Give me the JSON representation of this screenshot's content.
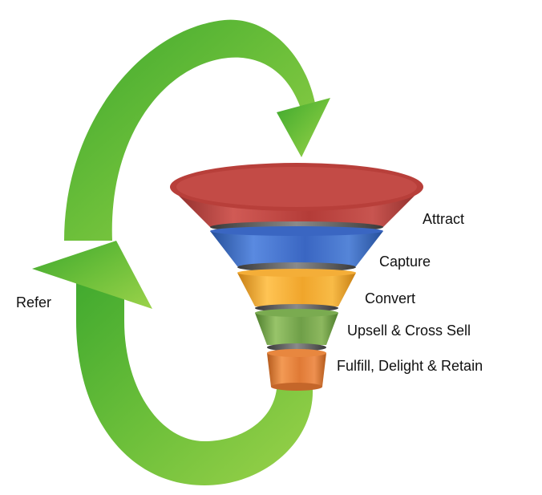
{
  "diagram": {
    "loop_label": "Refer",
    "loop_color": "#6cbf3a",
    "stages": [
      {
        "label": "Attract",
        "color": "#c44a44"
      },
      {
        "label": "Capture",
        "color": "#3f6fc9"
      },
      {
        "label": "Convert",
        "color": "#f0a52b"
      },
      {
        "label": "Upsell & Cross Sell",
        "color": "#74a84a"
      },
      {
        "label": "Fulfill, Delight & Retain",
        "color": "#e2823d"
      }
    ]
  }
}
